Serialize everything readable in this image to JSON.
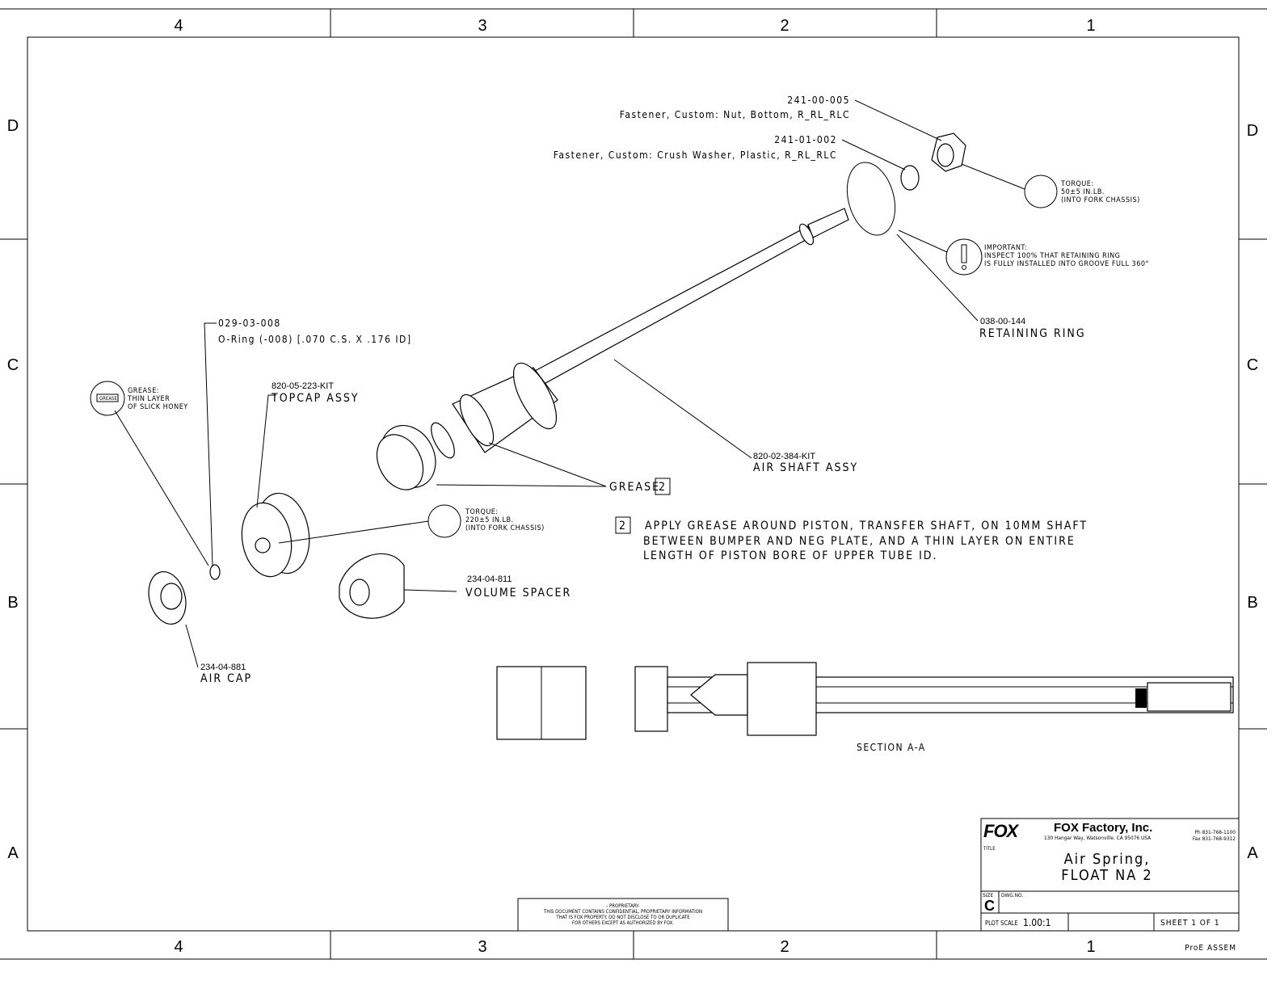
{
  "zones": {
    "columns": [
      "4",
      "3",
      "2",
      "1"
    ],
    "rows": [
      "D",
      "C",
      "B",
      "A"
    ]
  },
  "callouts": {
    "nut": {
      "part_no": "241-00-005",
      "desc": "Fastener, Custom: Nut, Bottom, R_RL_RLC"
    },
    "washer": {
      "part_no": "241-01-002",
      "desc": "Fastener, Custom: Crush Washer, Plastic, R_RL_RLC"
    },
    "torque_nut": {
      "title": "TORQUE:",
      "value": "50±5 IN.LB.",
      "note": "(INTO FORK CHASSIS)"
    },
    "important": {
      "title": "IMPORTANT:",
      "line1": "INSPECT 100% THAT RETAINING RING",
      "line2": "IS FULLY INSTALLED INTO GROOVE FULL 360°"
    },
    "retaining_ring": {
      "part_no": "038-00-144",
      "name": "RETAINING RING"
    },
    "oring": {
      "part_no": "029-03-008",
      "desc": "O-Ring (-008) [.070 C.S. X .176 ID]"
    },
    "grease_note": {
      "title": "GREASE:",
      "line1": "THIN LAYER",
      "line2": "OF SLICK HONEY",
      "icon_text": "GREASE"
    },
    "topcap": {
      "part_no": "820-05-223-KIT",
      "name": "TOPCAP ASSY"
    },
    "air_shaft": {
      "part_no": "820-02-384-KIT",
      "name": "AIR SHAFT ASSY"
    },
    "grease_ref": {
      "label": "GREASE",
      "num": "2"
    },
    "torque_topcap": {
      "title": "TORQUE:",
      "value": "220±5 IN.LB.",
      "note": "(INTO FORK CHASSIS)"
    },
    "volume_spacer": {
      "part_no": "234-04-811",
      "name": "VOLUME SPACER"
    },
    "air_cap": {
      "part_no": "234-04-881",
      "name": "AIR CAP"
    }
  },
  "note2": {
    "num": "2",
    "line1": "APPLY GREASE AROUND PISTON, TRANSFER SHAFT, ON 10MM SHAFT",
    "line2": "BETWEEN BUMPER AND NEG PLATE, AND A THIN LAYER ON ENTIRE",
    "line3": "LENGTH OF PISTON BORE OF UPPER TUBE ID."
  },
  "section_label": "SECTION  A-A",
  "proprietary": {
    "title": "- PROPRIETARY-",
    "line1": "THIS DOCUMENT CONTAINS CONFIDENTIAL, PROPRIETARY INFORMATION",
    "line2": "THAT IS FOX PROPERTY.  DO NOT DISCLOSE TO OR DUPLICATE",
    "line3": "FOR OTHERS EXCEPT AS AUTHORIZED BY FOX."
  },
  "title_block": {
    "logo": "FOX",
    "company": "FOX Factory, Inc.",
    "address": "130 Hangar Way, Watsonville, CA 95076 USA",
    "phone": "Ph 831-768-1100",
    "fax": "Fax 831-768-9312",
    "title_label": "TITLE",
    "title_line1": "Air Spring,",
    "title_line2": "FLOAT NA 2",
    "size_label": "SIZE",
    "size": "C",
    "dwg_no_label": "DWG.NO.",
    "plot_scale_label": "PLOT SCALE",
    "plot_scale": "1.00:1",
    "sheet": "SHEET 1 OF 1",
    "model_type": "ProE ASSEM"
  }
}
